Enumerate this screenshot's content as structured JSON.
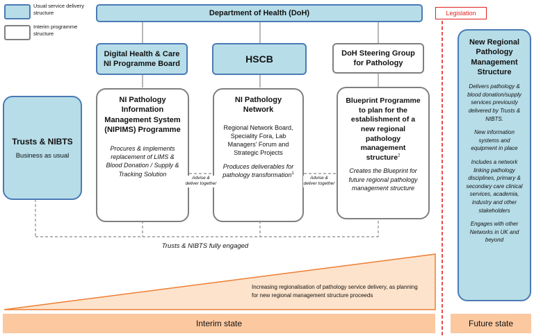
{
  "legend": {
    "usual_label": "Usual service delivery structure",
    "interim_label": "Interim programme structure"
  },
  "doh": {
    "title": "Department of Health (DoH)"
  },
  "legislation": {
    "label": "Legislation"
  },
  "digital_health": {
    "title": "Digital Health & Care NI Programme Board"
  },
  "hscb": {
    "title": "HSCB"
  },
  "steering": {
    "title": "DoH Steering Group for Pathology"
  },
  "trusts": {
    "title": "Trusts & NIBTS",
    "subtitle": "Business as usual"
  },
  "nipims": {
    "title": "NI Pathology Information Management System (NIPIMS) Programme",
    "desc": "Procures & implements replacement of LIMS & Blood Donation / Supply & Tracking Solution"
  },
  "network": {
    "title": "NI Pathology Network",
    "body": "Regional Network Board, Speciality Fora, Lab Managers' Forum and Strategic Projects",
    "desc": "Produces deliverables for pathology transformation",
    "desc_sup": "1"
  },
  "blueprint": {
    "title": "Blueprint Programme to plan for the establishment of a new regional pathology management structure",
    "title_sup": "2",
    "desc": "Creates the Blueprint for future regional pathology management structure"
  },
  "advise_left": "Advise & deliver together",
  "advise_right": "Advise & deliver together",
  "engaged": "Trusts & NIBTS fully engaged",
  "regionalisation": "Increasing regionalisation of pathology service delivery, as planning for new regional management structure proceeds",
  "future_structure": {
    "title": "New Regional Pathology Management Structure",
    "p1": "Delivers pathology & blood donation/supply services previously delivered by Trusts & NIBTS.",
    "p2": "New information systems and equipment in place",
    "p3": "Includes a network linking pathology disciplines, primary & secondary care clinical services, academia, industry and other stakeholders",
    "p4": "Engages with other Networks in UK and beyond"
  },
  "interim_state": "Interim state",
  "future_state": "Future state",
  "colors": {
    "blue_fill": "#b7dde8",
    "blue_border": "#4a7ab5",
    "orange_band": "#fbc8a0",
    "triangle_fill": "#fde3cc",
    "triangle_stroke": "#ed7d31",
    "legislation_red": "#e02020"
  }
}
